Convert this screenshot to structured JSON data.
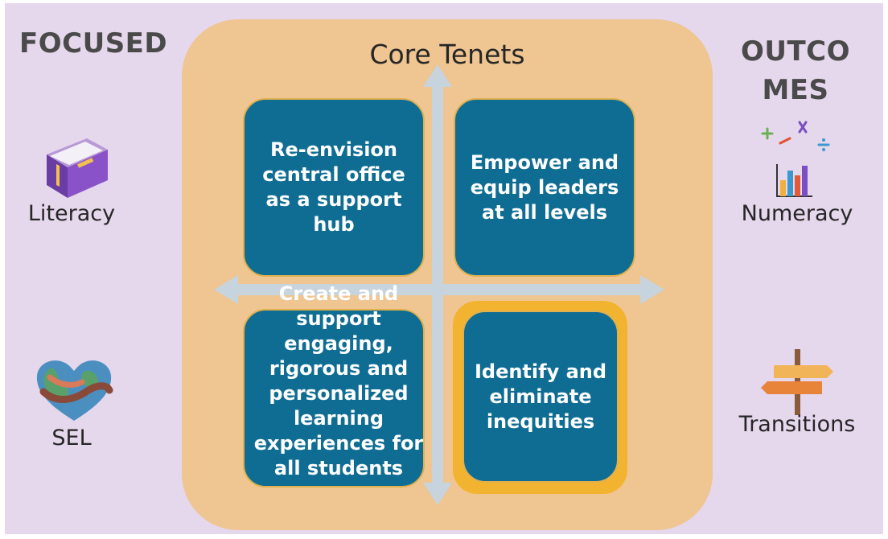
{
  "left_heading": "FOCUSED",
  "right_heading": "OUTCOMES",
  "core_title": "Core Tenets",
  "outcomes": {
    "literacy": "Literacy",
    "sel": "SEL",
    "numeracy": "Numeracy",
    "transitions": "Transitions"
  },
  "tenets": [
    "Re-envision central office as a support hub",
    "Empower and equip leaders at all levels",
    "Create and support engaging, rigorous and personalized learning experiences for all students",
    "Identify and eliminate inequities"
  ],
  "icons": {
    "book": "book-icon",
    "heart": "globe-heart-icon",
    "math": "math-symbols-chart-icon",
    "signpost": "signpost-icon"
  },
  "colors": {
    "background": "#e5d7ec",
    "panel": "#efc591",
    "tile": "#0f6d93",
    "highlight": "#f2b430",
    "arrow": "#c7d3dd"
  }
}
